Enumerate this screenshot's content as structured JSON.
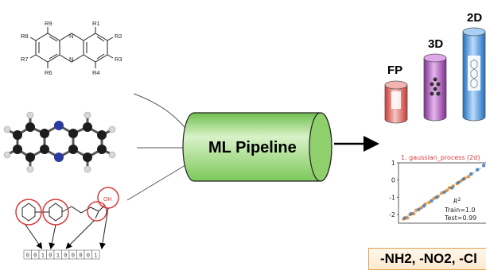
{
  "pipeline": {
    "label": "ML Pipeline"
  },
  "molecule": {
    "substituents": [
      "R1",
      "R2",
      "R3",
      "R4",
      "R6",
      "R7",
      "R8",
      "R9"
    ],
    "ring_atoms": [
      "N",
      "N"
    ]
  },
  "fingerprint": {
    "bits": [
      "0",
      "0",
      "1",
      "0",
      "1",
      "0",
      "0",
      "0",
      "0",
      "1"
    ],
    "group_label": "OH"
  },
  "representations": {
    "fp_label": "FP",
    "d3_label": "3D",
    "d2_label": "2D"
  },
  "chart_data": {
    "type": "scatter",
    "title": "1. gaussian_process (2d)",
    "xlabel": "",
    "ylabel": "",
    "ylim": [
      -2.5,
      1.0
    ],
    "y_ticks": [
      "1",
      "0",
      "-1",
      "-2"
    ],
    "series": [
      {
        "color": "#e8892c",
        "x": [
          -2.3,
          -2.15,
          -2.05,
          -1.9,
          -1.8,
          -1.6,
          -1.45,
          -1.3,
          -1.1,
          -0.95,
          -0.8,
          -0.6,
          -0.5,
          -0.35,
          -0.2,
          -0.05,
          0.1,
          0.25
        ],
        "y": [
          -2.25,
          -2.2,
          -2.0,
          -1.95,
          -1.75,
          -1.6,
          -1.4,
          -1.3,
          -1.05,
          -0.95,
          -0.75,
          -0.6,
          -0.45,
          -0.35,
          -0.2,
          -0.05,
          0.1,
          0.2
        ]
      },
      {
        "color": "#3d7fc0",
        "x": [
          -2.25,
          -2.0,
          -1.7,
          -1.5,
          -1.2,
          -1.0,
          -0.7,
          -0.4,
          -0.15,
          0.05,
          0.35,
          0.6,
          0.85
        ],
        "y": [
          -2.2,
          -1.95,
          -1.7,
          -1.5,
          -1.2,
          -1.0,
          -0.7,
          -0.45,
          -0.15,
          0.05,
          0.35,
          0.6,
          0.85
        ]
      }
    ],
    "legend": {
      "r2": "R",
      "r2_sup": "2",
      "train": "Train=1.0",
      "test": "Test=0.99"
    }
  },
  "functional_groups": {
    "text": "-NH2, -NO2, -Cl"
  },
  "colors": {
    "pipeline_fill": "#a8d98c",
    "arrow": "#000000",
    "fp_cylinder": "#d9534f",
    "d3_cylinder": "#8e3f9e",
    "d2_cylinder": "#2a7fd4",
    "highlight_circle": "#d63b3b"
  }
}
